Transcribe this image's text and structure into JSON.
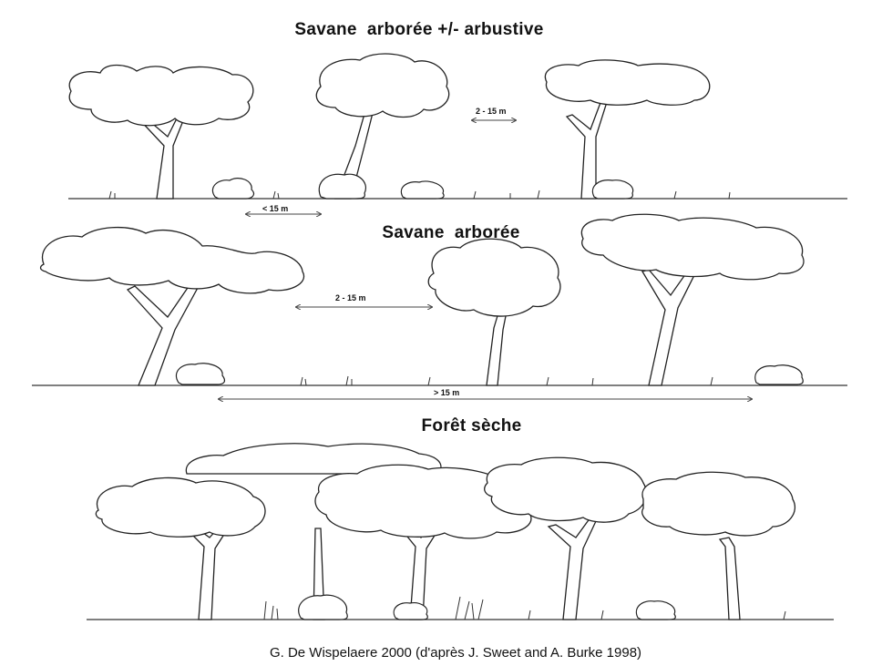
{
  "diagram": {
    "panels": [
      {
        "title": "Savane  arborée +/- arbustive",
        "measurements": [
          "2 - 15 m",
          "< 15 m"
        ]
      },
      {
        "title": "Savane  arborée",
        "measurements": [
          "2 - 15 m",
          "> 15 m"
        ]
      },
      {
        "title": "Forêt sèche",
        "measurements": []
      }
    ],
    "credit": "G. De Wispelaere 2000 (d'après J. Sweet and A. Burke 1998)"
  }
}
